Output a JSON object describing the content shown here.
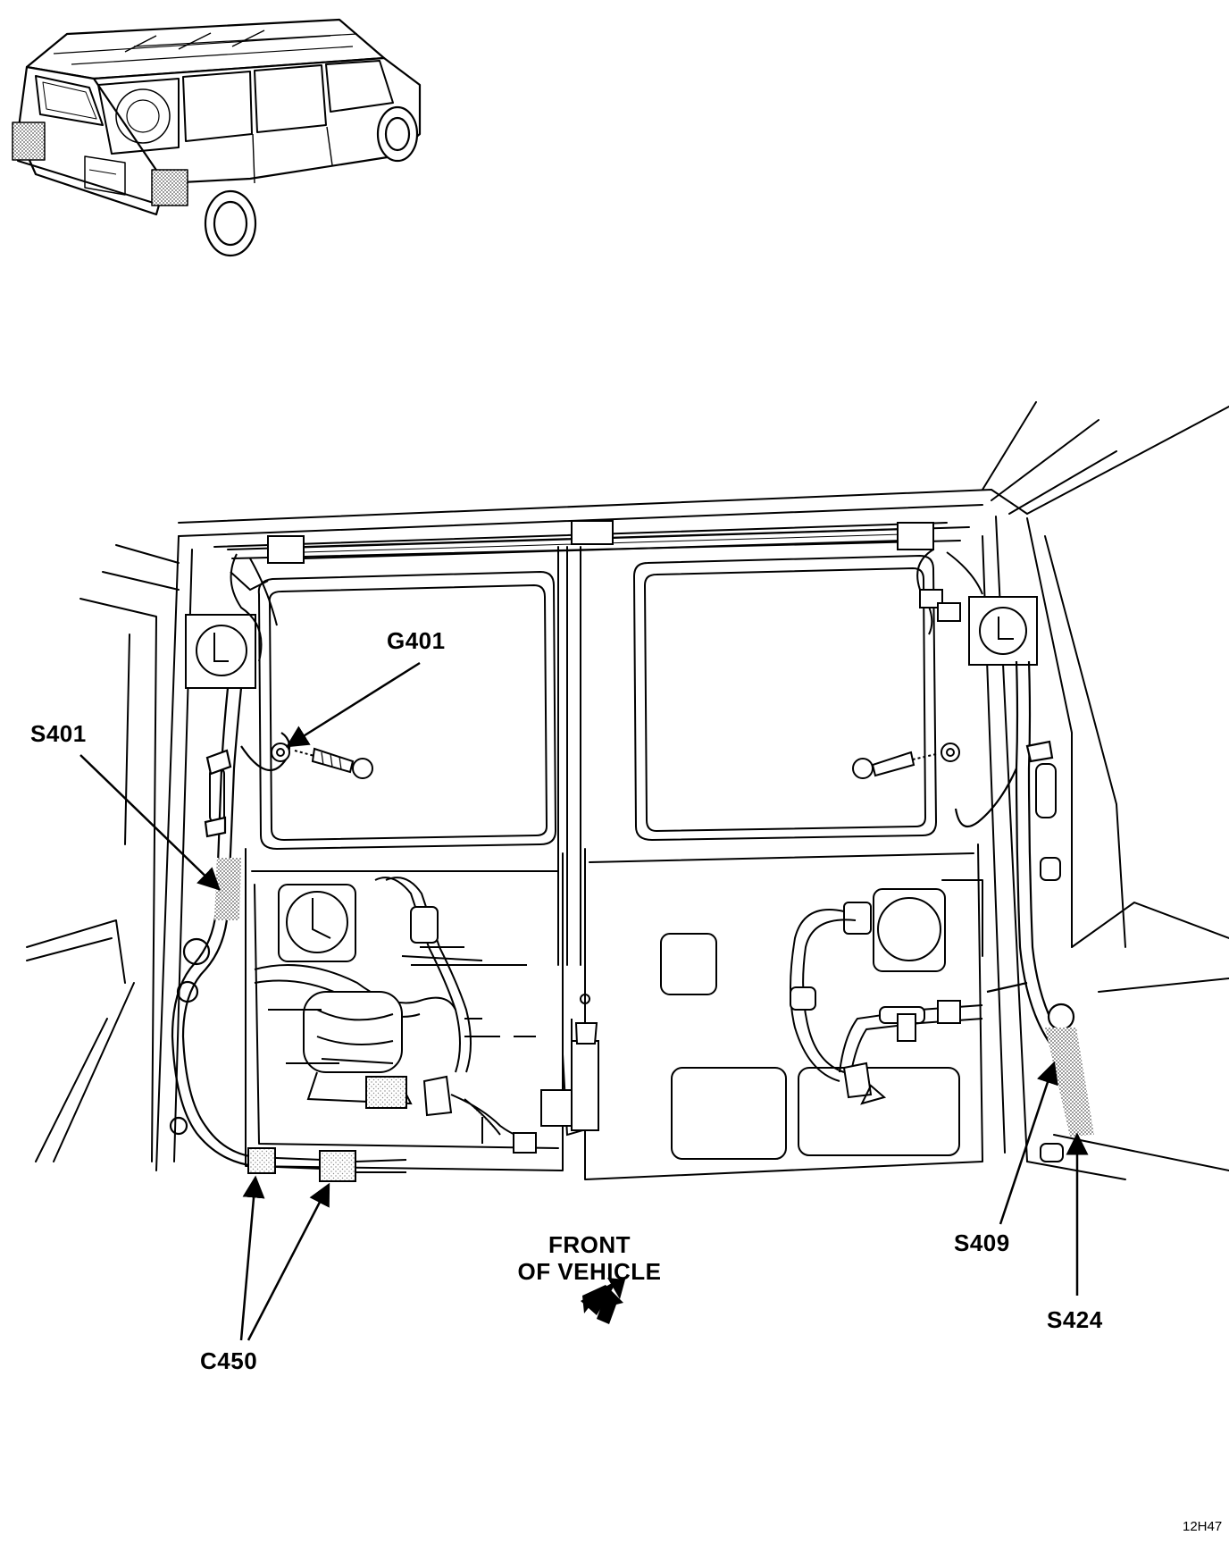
{
  "callouts": {
    "g401": "G401",
    "s401": "S401",
    "c450": "C450",
    "front_line1": "FRONT",
    "front_line2": "OF VEHICLE",
    "s409": "S409",
    "s424": "S424"
  },
  "figure_id": "12H47"
}
